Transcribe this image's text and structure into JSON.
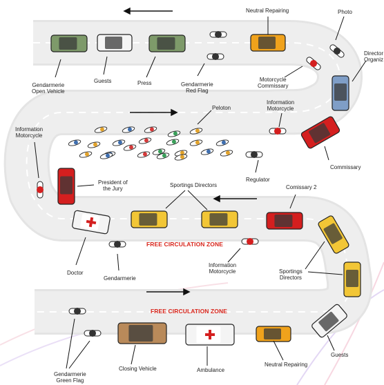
{
  "labels": {
    "neutral_repairing_top": "Neutral Repairing",
    "photo": "Photo",
    "director_organizer": "Director\nOrganiz",
    "gendarmerie_open_vehicle": "Gendarmerie\nOpen Vehicle",
    "guests_top": "Guests",
    "press": "Press",
    "gendarmerie_red_flag": "Gendarmerie\nRed Flag",
    "motorcycle_commissary": "Motorcycle\nCommissary",
    "peloton": "Peloton",
    "information_motorcycle_1": "Information\nMotorcycle",
    "information_motorcycle_2": "Information\nMotorcycle",
    "commissary": "Commissary",
    "regulator": "Regulator",
    "president_of_jury": "President of\nthe Jury",
    "sportings_directors_1": "Sportings Directors",
    "comissary_2": "Comissary 2",
    "free_zone_1": "FREE CIRCULATION ZONE",
    "doctor": "Doctor",
    "gendarmerie": "Gendarmerie",
    "information_motorcycle_3": "Information\nMotorcycle",
    "sportings_directors_2": "Sportings\nDirectors",
    "free_zone_2": "FREE CIRCULATION ZONE",
    "gendarmerie_green_flag": "Gendarmerie\nGreen Flag",
    "closing_vehicle": "Closing Vehicle",
    "ambulance": "Ambulance",
    "neutral_repairing_bottom": "Neutral Repairing",
    "guests_bottom": "Guests"
  },
  "colors": {
    "road": "#e9e9e9",
    "road_edge": "#d4d4d4",
    "dash": "#ffffff",
    "zone_text": "#d8261c",
    "green_car": "#7e9a6a",
    "white_car": "#f4f4f4",
    "yellow_car": "#f2c636",
    "orange_car": "#f0a21c",
    "red_car": "#d41f1f",
    "blue_car": "#7f9ec7",
    "brown_car": "#b98a5a",
    "moto": "#333333"
  }
}
